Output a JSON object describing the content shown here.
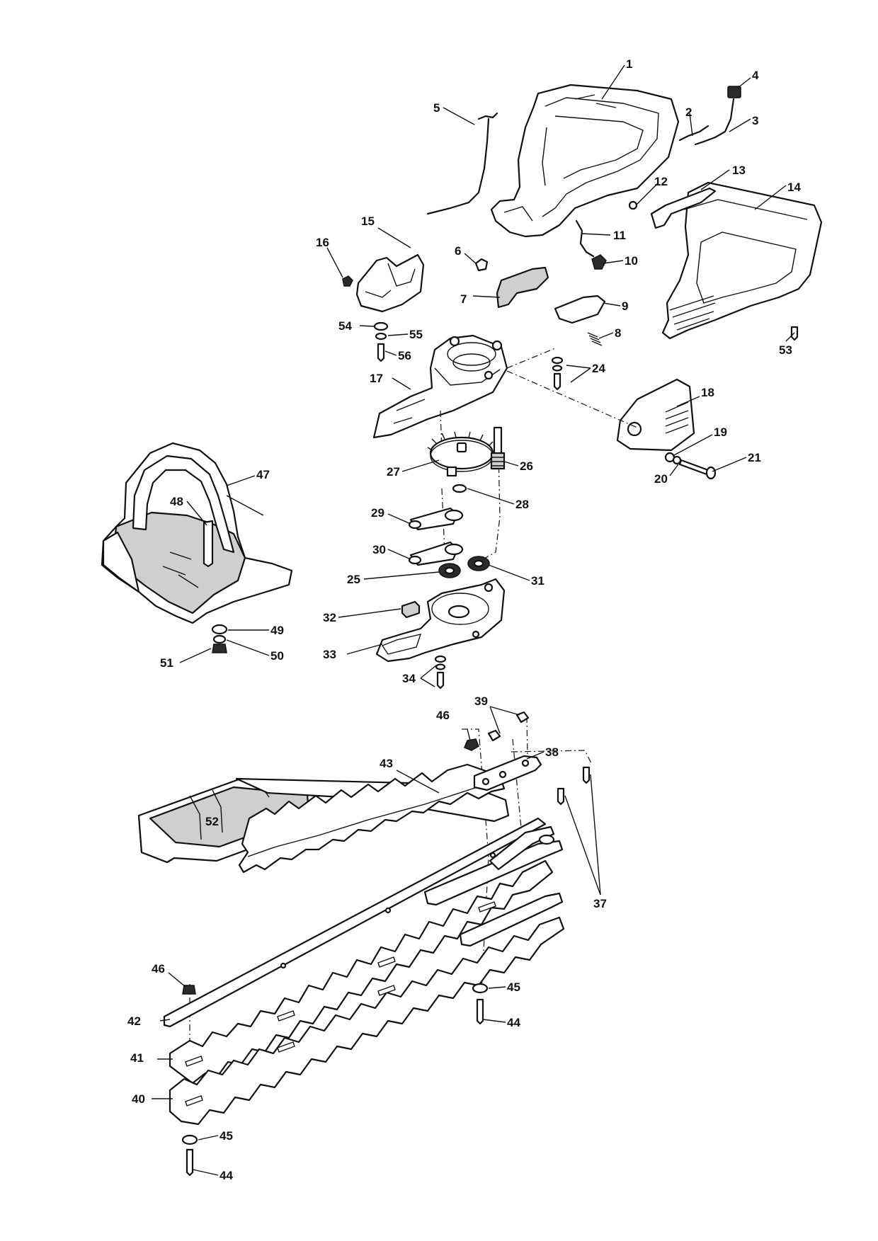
{
  "diagram": {
    "part_numbers": {
      "p1": "1",
      "p2": "2",
      "p3": "3",
      "p4": "4",
      "p5": "5",
      "p6": "6",
      "p7": "7",
      "p8": "8",
      "p9": "9",
      "p10": "10",
      "p11": "11",
      "p12": "12",
      "p13": "13",
      "p14": "14",
      "p15": "15",
      "p16": "16",
      "p17": "17",
      "p18": "18",
      "p19": "19",
      "p20": "20",
      "p21": "21",
      "p24": "24",
      "p25": "25",
      "p26": "26",
      "p27": "27",
      "p28": "28",
      "p29": "29",
      "p30": "30",
      "p31": "31",
      "p32": "32",
      "p33": "33",
      "p34": "34",
      "p37": "37",
      "p38": "38",
      "p39": "39",
      "p40": "40",
      "p41": "41",
      "p42": "42",
      "p43": "43",
      "p44a": "44",
      "p44b": "44",
      "p45a": "45",
      "p45b": "45",
      "p46a": "46",
      "p46b": "46",
      "p47": "47",
      "p48": "48",
      "p49": "49",
      "p50": "50",
      "p51": "51",
      "p52": "52",
      "p53": "53",
      "p54": "54",
      "p55": "55",
      "p56": "56"
    }
  }
}
